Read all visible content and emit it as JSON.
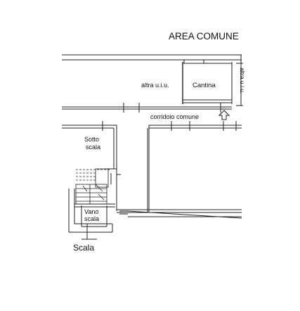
{
  "labels": {
    "area_comune": "AREA COMUNE",
    "altra_uiu_left": "altra u.i.u.",
    "cantina": "Cantina",
    "altra_uiu_right": "altra u.i.u.",
    "corridoio_comune": "corridoio comune",
    "sotto": "Sotto",
    "scala_sotto": "scala",
    "vano": "Vano",
    "scala_vano": "scala",
    "scala": "Scala"
  },
  "colors": {
    "stroke": "#222222",
    "text": "#111111",
    "background": "#ffffff"
  },
  "icons": {
    "corridor_arrow": "up-arrow-outline-icon"
  }
}
